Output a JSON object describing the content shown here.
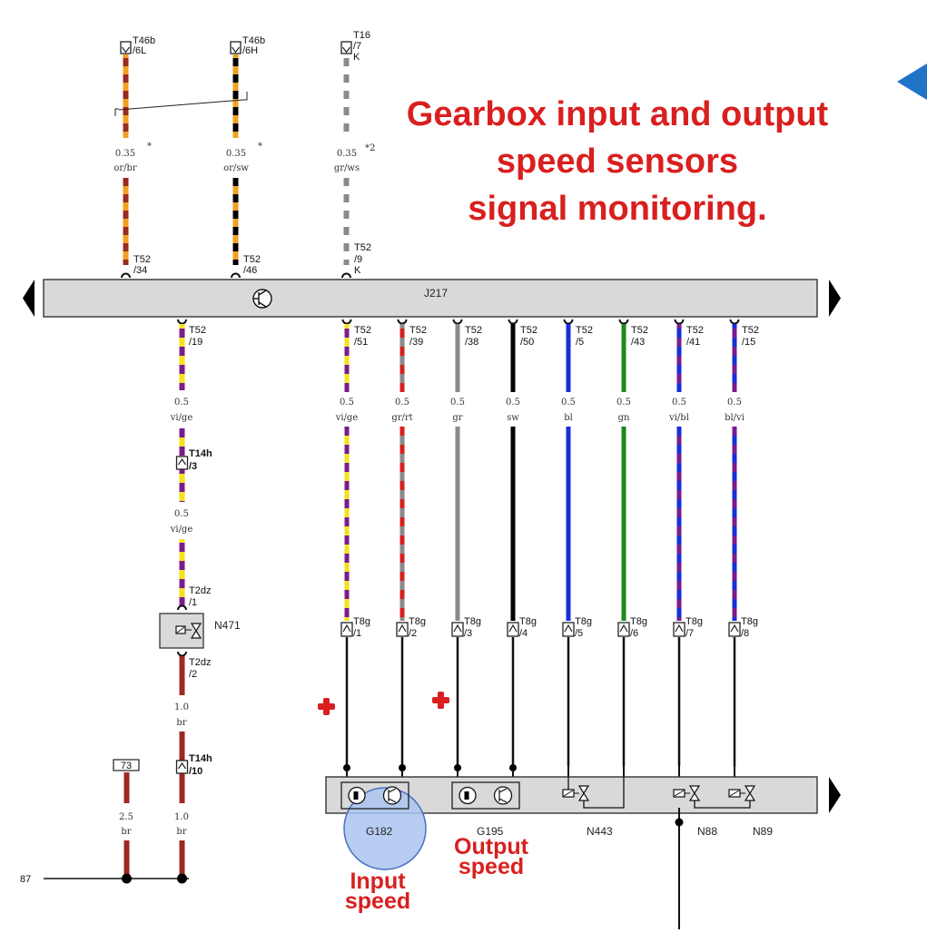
{
  "title": {
    "line1": "Gearbox input and output",
    "line2": "speed sensors",
    "line3": "signal monitoring."
  },
  "annotations": {
    "input_speed_l1": "Input",
    "input_speed_l2": "speed",
    "output_speed_l1": "Output",
    "output_speed_l2": "speed"
  },
  "components": {
    "j217": "J217",
    "n471": "N471",
    "g182": "G182",
    "g195": "G195",
    "n443": "N443",
    "n88": "N88",
    "n89": "N89",
    "box_73": "73",
    "edge_87": "87"
  },
  "top_connectors": {
    "t46b_a": "T46b",
    "t46b_a_pin": "/6L",
    "t46b_b": "T46b",
    "t46b_b_pin": "/6H",
    "t16": "T16",
    "t16_pin1": "/7",
    "t16_pin2": "K"
  },
  "top_wires": {
    "w1_size": "0.35",
    "w1_color": "or/br",
    "w1_note": "*",
    "w2_size": "0.35",
    "w2_color": "or/sw",
    "w2_note": "*",
    "w3_size": "0.35",
    "w3_color": "gr/ws",
    "w3_note": "*2"
  },
  "top_t52": {
    "a": "T52",
    "a_pin": "/34",
    "b": "T52",
    "b_pin": "/46",
    "c": "T52",
    "c_pin1": "/9",
    "c_pin2": "K"
  },
  "left_column": {
    "t52": "T52",
    "t52_pin": "/19",
    "w1_size": "0.5",
    "w1_color": "vi/ge",
    "t14h_a": "T14h",
    "t14h_a_pin": "/3",
    "w2_size": "0.5",
    "w2_color": "vi/ge",
    "t2dz_a": "T2dz",
    "t2dz_a_pin": "/1",
    "t2dz_b": "T2dz",
    "t2dz_b_pin": "/2",
    "w3_size": "1.0",
    "w3_color": "br",
    "t14h_b": "T14h",
    "t14h_b_pin": "/10",
    "w4_size": "1.0",
    "w4_color": "br",
    "w5_size": "2.5",
    "w5_color": "br"
  },
  "wires": [
    {
      "t52": "T52",
      "t52_pin": "/51",
      "size": "0.5",
      "color": "vi/ge",
      "t8g": "T8g",
      "t8g_pin": "/1"
    },
    {
      "t52": "T52",
      "t52_pin": "/39",
      "size": "0.5",
      "color": "gr/rt",
      "t8g": "T8g",
      "t8g_pin": "/2"
    },
    {
      "t52": "T52",
      "t52_pin": "/38",
      "size": "0.5",
      "color": "gr",
      "t8g": "T8g",
      "t8g_pin": "/3"
    },
    {
      "t52": "T52",
      "t52_pin": "/50",
      "size": "0.5",
      "color": "sw",
      "t8g": "T8g",
      "t8g_pin": "/4"
    },
    {
      "t52": "T52",
      "t52_pin": "/5",
      "size": "0.5",
      "color": "bl",
      "t8g": "T8g",
      "t8g_pin": "/5"
    },
    {
      "t52": "T52",
      "t52_pin": "/43",
      "size": "0.5",
      "color": "gn",
      "t8g": "T8g",
      "t8g_pin": "/6"
    },
    {
      "t52": "T52",
      "t52_pin": "/41",
      "size": "0.5",
      "color": "vi/bl",
      "t8g": "T8g",
      "t8g_pin": "/7"
    },
    {
      "t52": "T52",
      "t52_pin": "/15",
      "size": "0.5",
      "color": "bl/vi",
      "t8g": "T8g",
      "t8g_pin": "/8"
    }
  ],
  "colors": {
    "title_red": "#d91f1f",
    "module_fill": "#d9d9d9",
    "highlight_blue": "#aac4f0",
    "arrow_blue": "#1f74c8",
    "orange": "#f0a020",
    "brown": "#9c2a24",
    "yellow": "#f4e21a",
    "violet": "#7a1c8c",
    "blue": "#1530d8",
    "green": "#1a8a1a",
    "grey": "#8a8a8a",
    "red": "#d62020",
    "black": "#000000"
  }
}
